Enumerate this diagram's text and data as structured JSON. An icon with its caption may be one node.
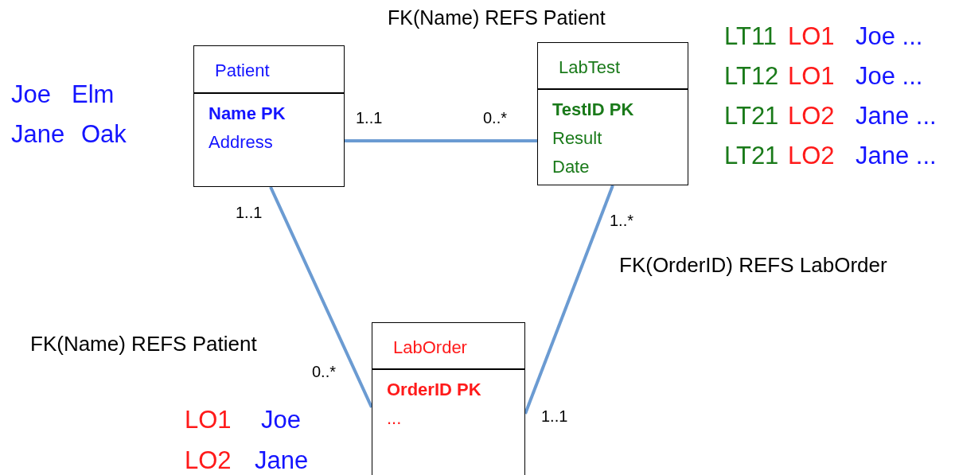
{
  "diagram": {
    "nodes": [
      {
        "text": [
          "Patient",
          "Name PK",
          "Address"
        ]
      },
      {
        "text": [
          "LabTest",
          "TestID PK",
          "Result",
          "Date"
        ]
      },
      {
        "text": [
          "LabOrder",
          "OrderID  PK",
          "..."
        ]
      }
    ],
    "edges": [
      {
        "from": 0,
        "to": 1,
        "arrow": "none"
      },
      {
        "from": 0,
        "to": 2,
        "arrow": "none"
      },
      {
        "from": 1,
        "to": 2,
        "arrow": "none"
      }
    ],
    "labels": [
      "FK(Name) REFS Patient",
      "LT11",
      "LO1",
      "Joe ...",
      "LT12",
      "LO1",
      "Joe ...",
      "LT21",
      "LO2",
      "Jane ...",
      "LT21",
      "LO2",
      "Jane ...",
      "Joe",
      "Elm",
      "Jane",
      "Oak",
      "1..1",
      "0..*",
      "1..1",
      "1..*",
      "FK(OrderID) REFS LabOrder",
      "FK(Name) REFS Patient",
      "0..*",
      "LO1",
      "Joe",
      "1..1",
      "LO2",
      "Jane"
    ]
  }
}
